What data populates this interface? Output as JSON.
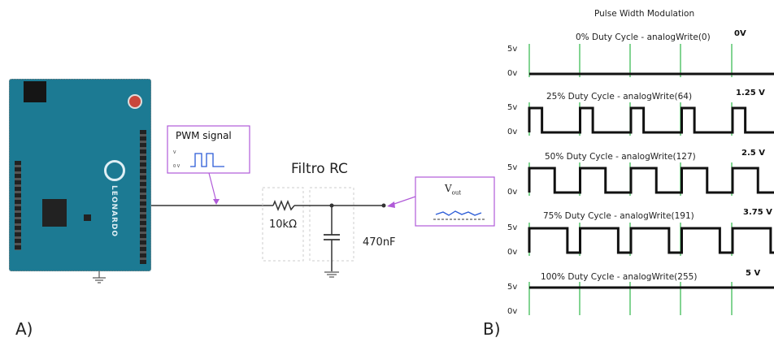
{
  "panels": {
    "a_label": "A)",
    "b_label": "B)"
  },
  "circuit": {
    "pwm_box_title": "PWM signal",
    "pwm_box_vcc": "V",
    "pwm_box_zero": "0 V",
    "filter_title": "Filtro RC",
    "resistor_value": "10kΩ",
    "capacitor_value": "470nF",
    "vout_title": "V",
    "vout_sub": "out",
    "board_name": "LEONARDO",
    "colors": {
      "board": "#1c7a93",
      "callout": "#b05ad8",
      "signal": "#2a5bd7",
      "wire": "#333333"
    }
  },
  "pwm_chart": {
    "title": "Pulse Width Modulation",
    "y_high": "5v",
    "y_low": "0v",
    "rows": [
      {
        "label": "0% Duty Cycle - analogWrite(0)",
        "voltage": "0V",
        "duty": 0
      },
      {
        "label": "25% Duty Cycle - analogWrite(64)",
        "voltage": "1.25 V",
        "duty": 0.25
      },
      {
        "label": "50% Duty Cycle - analogWrite(127)",
        "voltage": "2.5 V",
        "duty": 0.5
      },
      {
        "label": "75% Duty Cycle - analogWrite(191)",
        "voltage": "3.75 V",
        "duty": 0.75
      },
      {
        "label": "100% Duty Cycle - analogWrite(255)",
        "voltage": "5 V",
        "duty": 1
      }
    ],
    "colors": {
      "wave": "#111111",
      "period_marker": "#2fb84a"
    }
  }
}
